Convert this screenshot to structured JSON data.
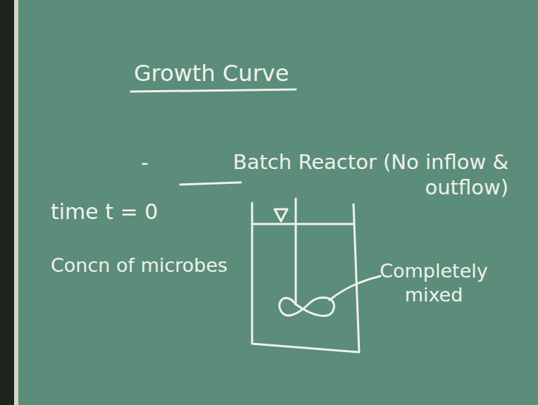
{
  "diagram": {
    "title": "Growth Curve",
    "labels": [
      "-",
      "Batch Reactor (No inflow & outflow)",
      "time t = 0",
      "Concn of microbes",
      "Completely mixed"
    ]
  }
}
